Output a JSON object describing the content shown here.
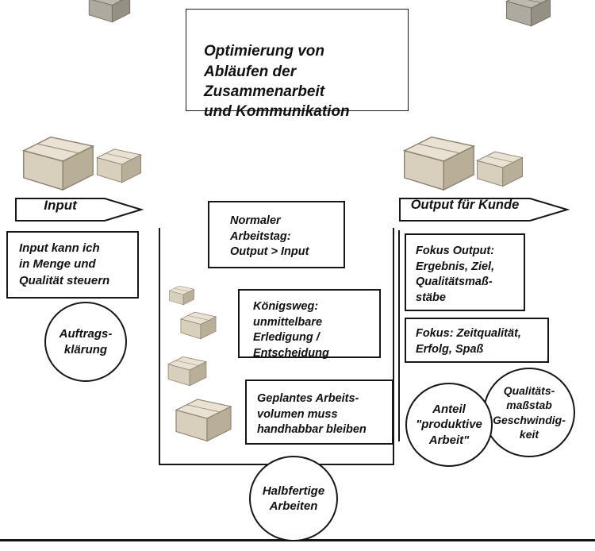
{
  "title": "Optimierung von\nAbläufen der\nZusammenarbeit\nund Kommunikation",
  "input_side": {
    "arrow": "Input",
    "note": "Input kann ich\nin Menge und\nQualität steuern",
    "circle": "Auftrags-\nklärung"
  },
  "center": {
    "normal_day": "Normaler\nArbeitstag:\nOutput > Input",
    "koenigsweg": "Königsweg:\nunmittelbare\nErledigung /\nEntscheidung",
    "planned": "Geplantes Arbeits-\nvolumen muss\nhandhabbar bleiben",
    "circle": "Halbfertige\nArbeiten"
  },
  "output_side": {
    "arrow": "Output für Kunde",
    "focus_output": "Fokus Output:\nErgebnis, Ziel,\nQualitätsmaß-\nstäbe",
    "focus_time": "Fokus: Zeitqualität,\nErfolg, Spaß",
    "circle_anteil": "Anteil\n\"produktive\nArbeit\"",
    "circle_quality": "Qualitäts-\nmaßstab\nGeschwindig-\nkeit"
  },
  "icons": {
    "carton": "package-carton-icon",
    "arrow": "arrow-right-banner-icon"
  },
  "colors": {
    "line": "#161616",
    "carton_top": "#e9e2d2",
    "carton_front": "#d8cfbc",
    "carton_side": "#b9af99",
    "carton_edge": "#8a8171"
  }
}
